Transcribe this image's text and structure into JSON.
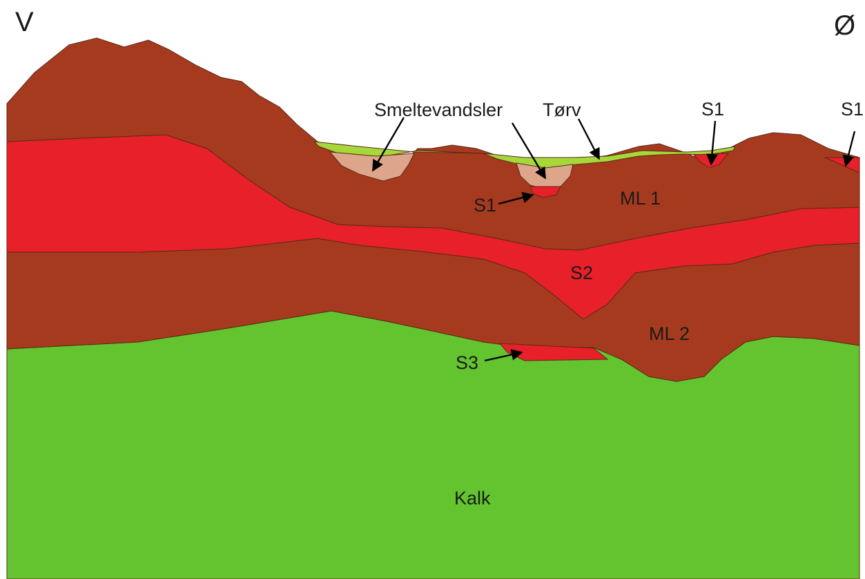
{
  "directions": {
    "west": "V",
    "east": "Ø"
  },
  "labels": {
    "meltwater_clay": "Smeltevandsler",
    "peat": "Tørv",
    "s1_right_inner": "S1",
    "s1_right_edge": "S1",
    "s1_center": "S1",
    "ml1": "ML 1",
    "s2": "S2",
    "ml2": "ML 2",
    "s3": "S3",
    "chalk": "Kalk"
  },
  "colors": {
    "moraine_clay": "#A63A1E",
    "sand": "#E8202A",
    "chalk": "#63C42F",
    "peat": "#A6D83A",
    "meltwater_clay": "#DDA68B",
    "outline": "#5a2a18",
    "text": "#1a1a1a"
  }
}
